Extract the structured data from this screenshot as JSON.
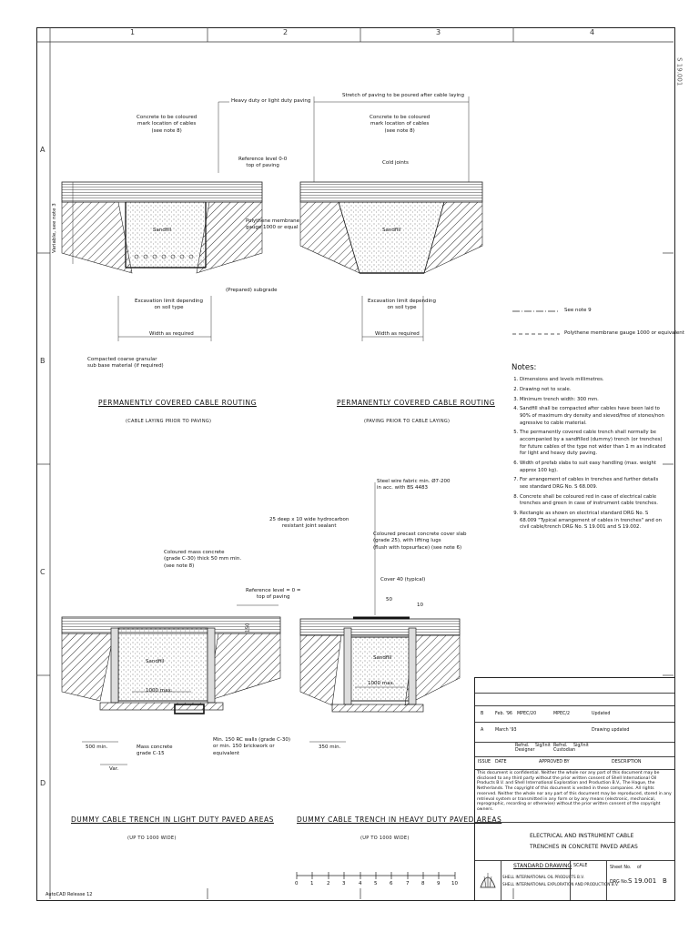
{
  "frame": {
    "col_numbers": [
      "1",
      "2",
      "3",
      "4"
    ],
    "row_letters": [
      "A",
      "B",
      "C",
      "D"
    ],
    "sheet_ref": "S 19.001",
    "software": "AutoCAD Release 12"
  },
  "top_left": {
    "title": "PERMANENTLY COVERED CABLE ROUTING",
    "subtitle": "(CABLE LAYING PRIOR TO PAVING)",
    "labels": {
      "paving": "Heavy duty or light duty paving",
      "concrete": "Concrete to be coloured\nmark location of cables\n(see note 8)",
      "ref_level": "Reference level 0-0\ntop of paving",
      "membrane": "Polythene membrane\ngauge 1000 or equal",
      "subgrade": "(Prepared) subgrade",
      "excavation": "Excavation limit depending\non soil type",
      "width": "Width as required",
      "granular": "Compacted coarse granular\nsub base material (if required)",
      "variable": "Variable, see note 3",
      "sandfill": "Sandfill"
    }
  },
  "top_right": {
    "title": "PERMANENTLY COVERED CABLE ROUTING",
    "subtitle": "(PAVING PRIOR TO CABLE LAYING)",
    "labels": {
      "stretch": "Stretch of paving to be poured after cable laying",
      "concrete": "Concrete to be coloured\nmark location of cables\n(see note 8)",
      "cold": "Cold joints",
      "excavation": "Excavation limit depending\non soil type",
      "width": "Width as required",
      "sandfill": "Sandfill"
    }
  },
  "legend": {
    "note9": "See note 9",
    "membrane": "Polythene membrane gauge 1000 or equivalent"
  },
  "notes": {
    "heading": "Notes:",
    "items": [
      "Dimensions and levels millimetres.",
      "Drawing not to scale.",
      "Minimum trench width: 300 mm.",
      "Sandfill shall be compacted after cables have been laid to 90% of maximum dry density and sieved/free of stones/non agressive to cable material.",
      "The permanently covered cable trench shall normally be accompanied by a sandfilled (dummy) trench (or trenches) for future cables of the type not wider than 1 m as indicated for light and heavy duty paving.",
      "Width of prefab slabs to suit easy handling (max. weight approx 100 kg).",
      "For arrangement of cables in trenches and further details see standard DRG No. S 68.009.",
      "Concrete shall be coloured red in case of electrical cable trenches and green in case of instrument cable trenches.",
      "Rectangle as shown on electrical standard DRG No. S 68.009 \"Typical arrangement of cables in trenches\" and on civil cable/trench DRG No. S 19.001 and S 19.002."
    ]
  },
  "bottom_left": {
    "title": "DUMMY CABLE TRENCH IN LIGHT DUTY PAVED AREAS",
    "subtitle": "(UP TO 1000 WIDE)",
    "labels": {
      "mass": "Coloured mass concrete\n(grade C-30) thick 50 mm min.\n(see note 8)",
      "ref": "Reference level = 0 =\ntop of paving",
      "sandfill": "Sandfill",
      "max": "1000 max.",
      "d500": "500 min.",
      "var": "Var.",
      "massc": "Mass concrete\ngrade C-15",
      "walls": "Min. 150 RC walls (grade C-30)\nor min. 150 brickwork or\nequivalent",
      "d150": "150"
    }
  },
  "bottom_right": {
    "title": "DUMMY CABLE TRENCH IN HEAVY DUTY PAVED AREAS",
    "subtitle": "(UP TO 1000 WIDE)",
    "labels": {
      "fabric": "Steel wire fabric min. Ø7-200\nin acc. with BS 4483",
      "seal": "25 deep x 10 wide hydrocarbon\nresistant joint sealant",
      "slab": "Coloured precast concrete cover slab\n(grade 25), with lifting lugs\n(flush with topsurface) (see note 6)",
      "cover": "Cover 40 (typical)",
      "d50": "50",
      "d10": "10",
      "sandfill": "Sandfill",
      "max": "1000 max.",
      "d350": "350 min."
    }
  },
  "scale_bar": {
    "ticks": [
      "0",
      "1",
      "2",
      "3",
      "4",
      "5",
      "6",
      "7",
      "8",
      "9",
      "10"
    ]
  },
  "title_block": {
    "revisions": [
      {
        "rev": "B",
        "date": "Feb. '96",
        "by": "MPEC/20",
        "chk": "MPEC/2",
        "desc": "Updated"
      },
      {
        "rev": "A",
        "date": "March '93",
        "by": "",
        "chk": "",
        "desc": "Drawing updated"
      }
    ],
    "rev_sub": [
      "Refnd. Designer",
      "Sig/Init",
      "Refnd. Custodian",
      "Sig/Init"
    ],
    "headers": [
      "ISSUE",
      "DATE",
      "APPROVED BY",
      "DESCRIPTION"
    ],
    "confidential": "This document is confidential. Neither the whole nor any part of this document may be disclosed to any third party without the prior written consent of Shell International Oil Products B.V. and Shell International Exploration and Production B.V., The Hague, the Netherlands. The copyright of this document is vested in these companies. All rights reserved. Neither the whole nor any part of this document may be reproduced, stored in any retrieval system or transmitted in any form or by any means (electronic, mechanical, reprographic, recording or otherwise) without the prior written consent of the copyright owners.",
    "drawing_title_1": "ELECTRICAL AND INSTRUMENT CABLE",
    "drawing_title_2": "TRENCHES IN CONCRETE PAVED AREAS",
    "standard": "STANDARD DRAWING",
    "company_1": "SHELL INTERNATIONAL OIL PRODUCTS B.V.",
    "company_2": "SHELL INTERNATIONAL EXPLORATION AND PRODUCTION B.V.",
    "scale_label": "SCALE",
    "sheet_label": "Sheet No.",
    "of_label": "of",
    "drg_label": "DRG No.",
    "drg_no": "S 19.001",
    "drg_rev": "B"
  }
}
